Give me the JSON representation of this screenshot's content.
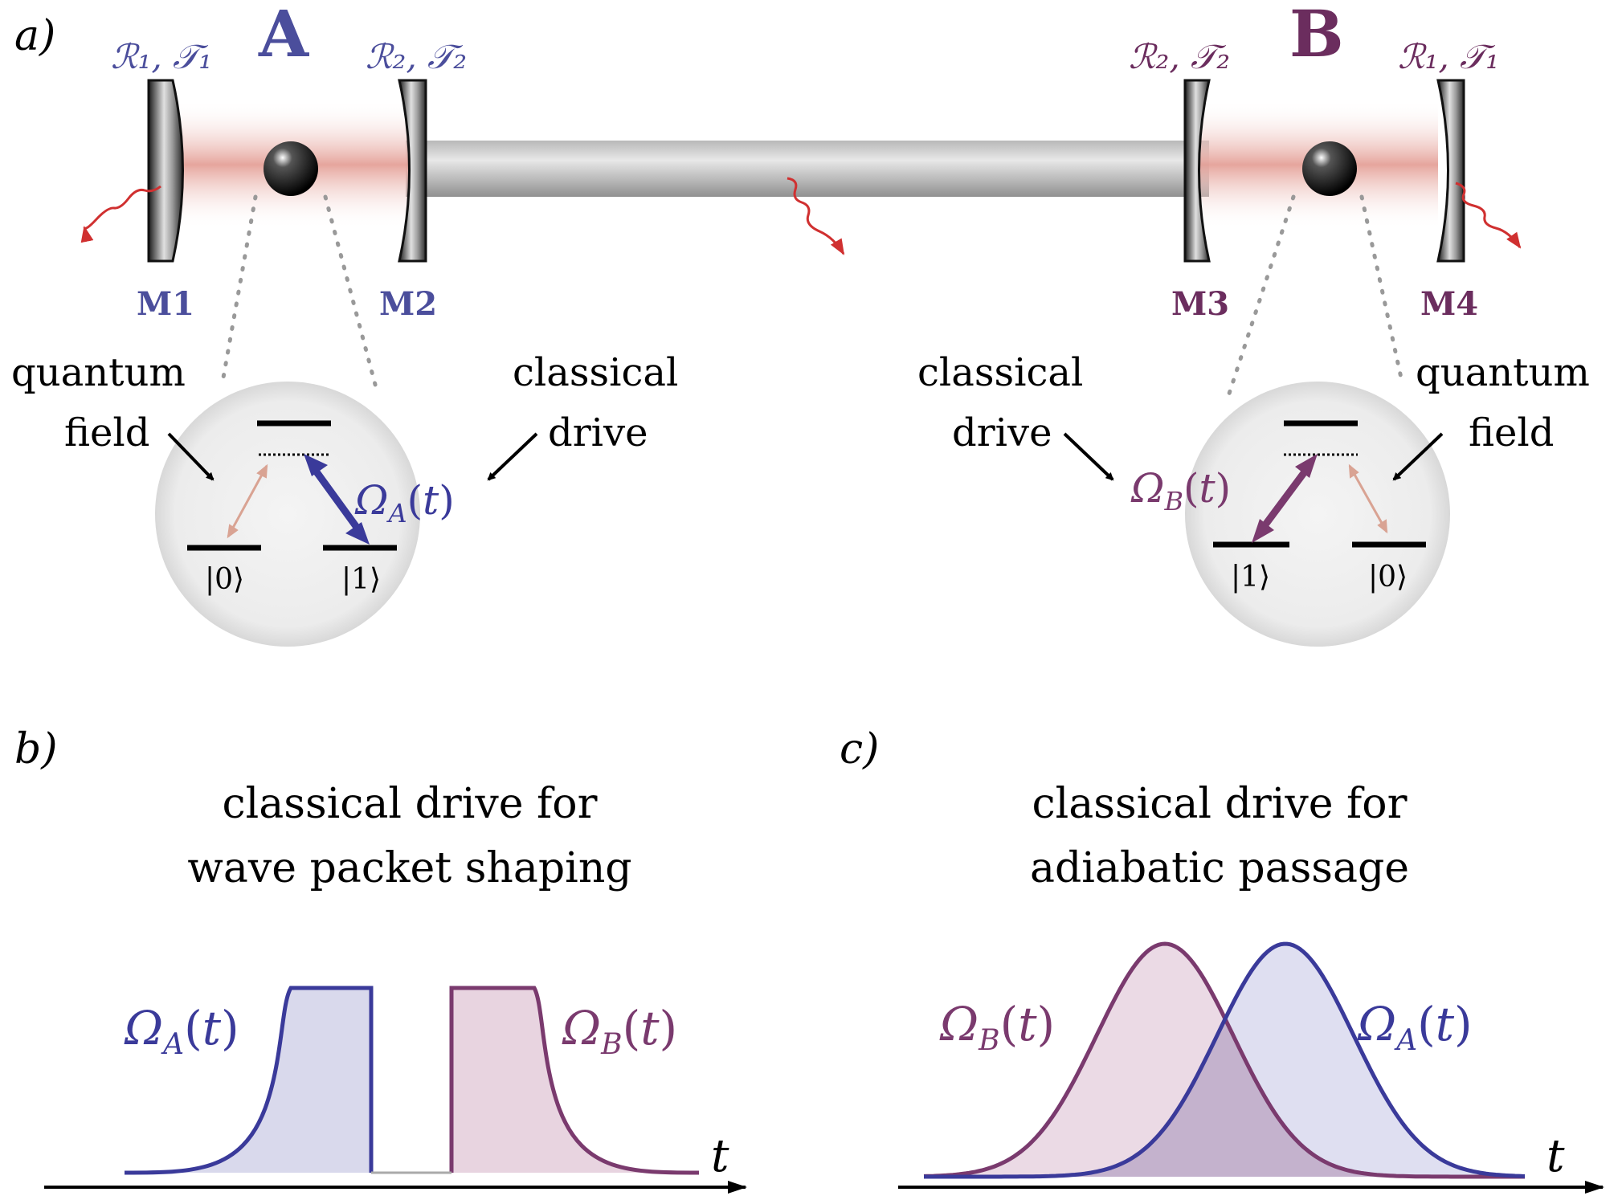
{
  "panel_a": {
    "label": "a)",
    "node_a": {
      "name": "A",
      "mirror_left_label": "ℛ₁, 𝒯₁",
      "mirror_right_label": "ℛ₂, 𝒯₂",
      "mirror_left_name": "M1",
      "mirror_right_name": "M2",
      "quantum_label_line1": "quantum",
      "quantum_label_line2": "field",
      "classical_label_line1": "classical",
      "classical_label_line2": "drive",
      "rabi_label": "Ω_A(t)",
      "state_0": "|0⟩",
      "state_1": "|1⟩"
    },
    "node_b": {
      "name": "B",
      "mirror_left_label": "ℛ₂, 𝒯₂",
      "mirror_right_label": "ℛ₁, 𝒯₁",
      "mirror_left_name": "M3",
      "mirror_right_name": "M4",
      "quantum_label_line1": "quantum",
      "quantum_label_line2": "field",
      "classical_label_line1": "classical",
      "classical_label_line2": "drive",
      "rabi_label": "Ω_B(t)",
      "state_0": "|0⟩",
      "state_1": "|1⟩"
    }
  },
  "panel_b": {
    "label": "b)",
    "title_line1": "classical drive for",
    "title_line2": "wave packet shaping",
    "series_a_label": "Ω_A(t)",
    "series_b_label": "Ω_B(t)",
    "axis_label": "t"
  },
  "panel_c": {
    "label": "c)",
    "title_line1": "classical drive for",
    "title_line2": "adiabatic passage",
    "series_a_label": "Ω_A(t)",
    "series_b_label": "Ω_B(t)",
    "axis_label": "t"
  },
  "colors": {
    "node_a": "#4b4e9c",
    "node_b": "#6b2d5e",
    "pulse_a": "#3a3a9a",
    "pulse_b": "#7a3a6e",
    "fill_a": "#d9d9ec",
    "fill_b": "#e8d4e0",
    "loss": "#d03030",
    "cavity_glow": "#e8a8a0"
  }
}
